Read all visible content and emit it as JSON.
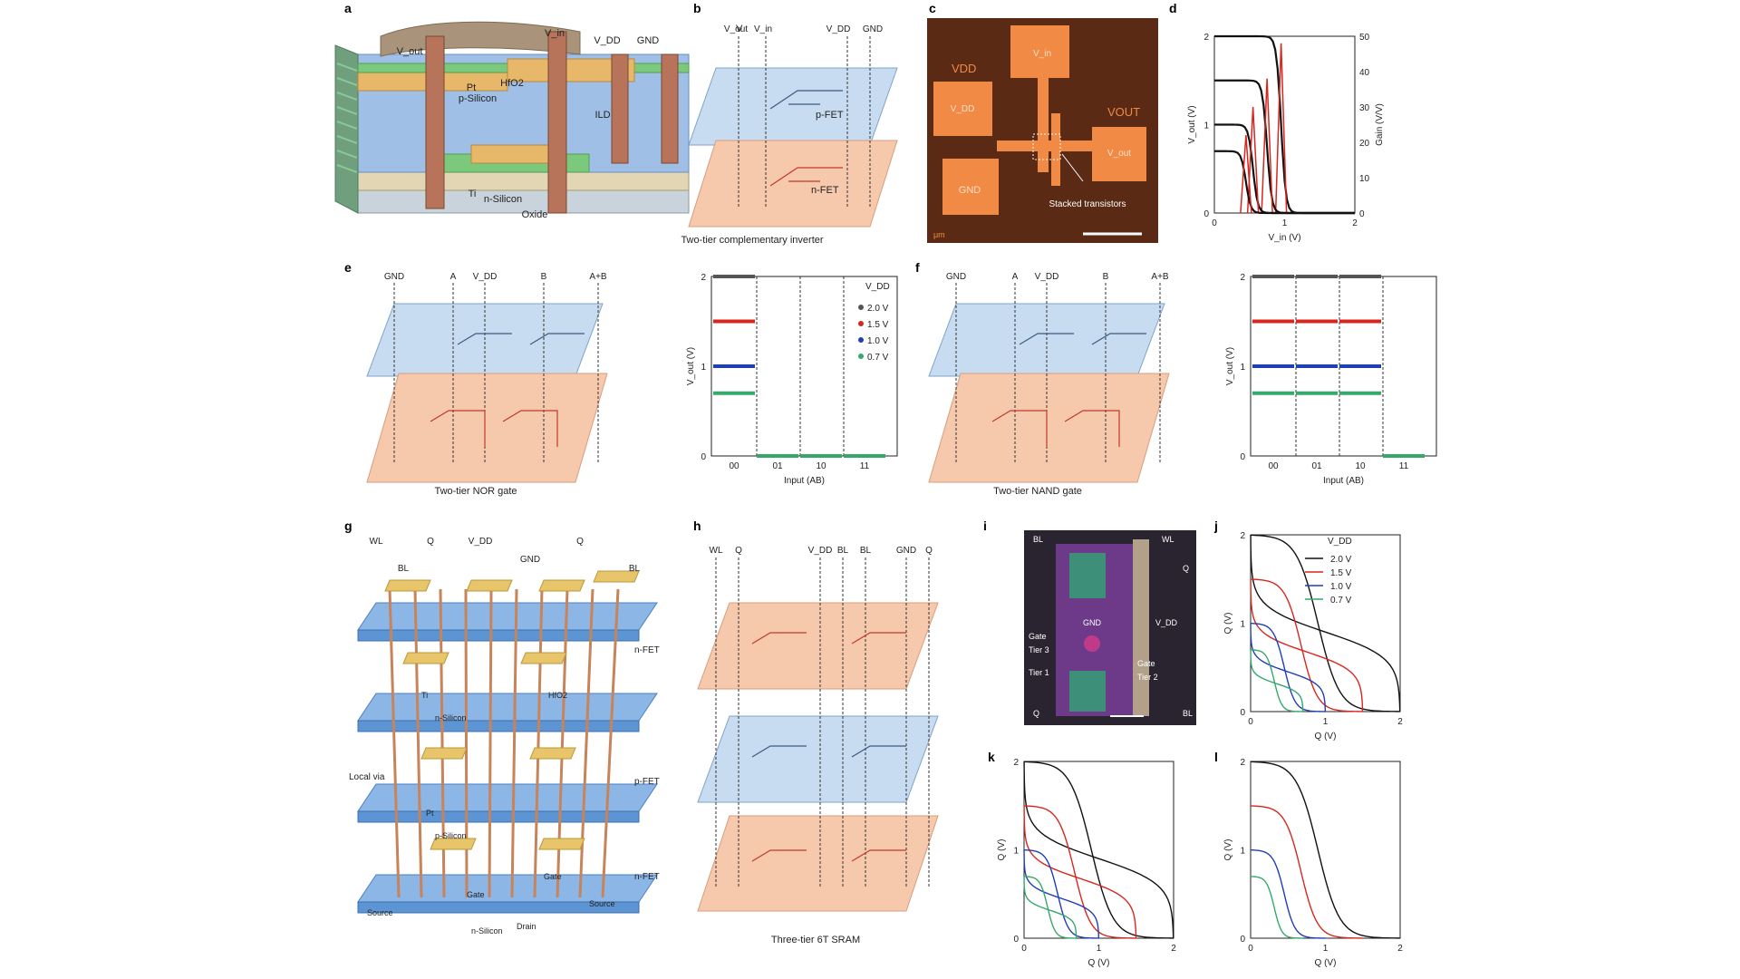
{
  "figure": {
    "panel_letters": [
      "a",
      "b",
      "c",
      "d",
      "e",
      "f",
      "g",
      "h",
      "i",
      "j",
      "k",
      "l"
    ],
    "colors": {
      "ptier": "#c7dcf0",
      "ptier_edge": "#7ea4c9",
      "ntier": "#f6c9ad",
      "ntier_edge": "#d99c7c",
      "trace": "#c03a2b",
      "wire": "#333333",
      "black": "#111111",
      "red": "#d7261e",
      "blue": "#1f3fb5",
      "green": "#36a86a",
      "gray": "#555555"
    },
    "panel_a": {
      "labels": [
        "V_out",
        "V_in",
        "V_DD",
        "GND",
        "Pt",
        "HfO2",
        "p-Silicon",
        "ILD",
        "Ti",
        "n-Silicon",
        "Oxide"
      ]
    },
    "panel_b": {
      "top_labels": [
        "V_out",
        "V_in",
        "V_DD",
        "GND"
      ],
      "pfet": "p-FET",
      "nfet": "n-FET",
      "caption": "Two-tier complementary inverter"
    },
    "panel_c": {
      "pads": [
        "VDD",
        "V_in",
        "V_DD",
        "VOUT",
        "V_out",
        "GND"
      ],
      "callout": "Stacked transistors",
      "scale": "μm"
    },
    "panel_d": {
      "ylabel": "V_out (V)",
      "y2label": "Gain (V/V)",
      "xlabel": "V_in (V)",
      "xticks": [
        "0",
        "1",
        "2"
      ],
      "yticks": [
        "0",
        "1",
        "2"
      ],
      "y2ticks": [
        "0",
        "10",
        "20",
        "30",
        "40",
        "50"
      ]
    },
    "panel_e": {
      "top_labels": [
        "GND",
        "A",
        "V_DD",
        "B",
        "A+B"
      ],
      "caption": "Two-tier NOR gate"
    },
    "panel_e_chart": {
      "ylabel": "V_out (V)",
      "xlabel": "Input (AB)",
      "categories": [
        "00",
        "01",
        "10",
        "11"
      ],
      "yticks": [
        "0",
        "1",
        "2"
      ],
      "legend_title": "V_DD",
      "legend": [
        "2.0 V",
        "1.5 V",
        "1.0 V",
        "0.7 V"
      ]
    },
    "panel_f": {
      "top_labels": [
        "GND",
        "A",
        "V_DD",
        "B",
        "A+B"
      ],
      "caption": "Two-tier NAND gate"
    },
    "panel_f_chart": {
      "ylabel": "V_out (V)",
      "xlabel": "Input (AB)",
      "categories": [
        "00",
        "01",
        "10",
        "11"
      ],
      "yticks": [
        "0",
        "1",
        "2"
      ]
    },
    "panel_g": {
      "top_labels": [
        "WL",
        "Q",
        "V_DD",
        "GND",
        "Q",
        "BL",
        "BL"
      ],
      "side_labels": [
        "n-FET",
        "p-FET",
        "n-FET",
        "Local via"
      ],
      "material": [
        "Ti",
        "HfO2",
        "n-Silicon",
        "Pt",
        "p-Silicon",
        "Gate",
        "Gate",
        "Source",
        "Source",
        "Drain",
        "n-Silicon"
      ]
    },
    "panel_h": {
      "top_labels": [
        "WL",
        "Q",
        "V_DD",
        "BL",
        "BL",
        "GND",
        "Q"
      ],
      "caption": "Three-tier 6T SRAM"
    },
    "panel_i": {
      "labels": [
        "BL",
        "WL",
        "Q",
        "GND",
        "V_DD",
        "Gate",
        "Tier 3",
        "Tier 1",
        "Gate",
        "Tier 2",
        "Q",
        "BL"
      ]
    },
    "panel_j": {
      "ylabel": "Q (V)",
      "xlabel": "Q (V)",
      "ticks": [
        "0",
        "1",
        "2"
      ],
      "legend_title": "V_DD",
      "legend": [
        "2.0 V",
        "1.5 V",
        "1.0 V",
        "0.7 V"
      ]
    },
    "panel_k": {
      "ylabel": "Q (V)",
      "xlabel": "Q (V)",
      "ticks": [
        "0",
        "1",
        "2"
      ]
    },
    "panel_l": {
      "ylabel": "Q (V)",
      "xlabel": "Q (V)",
      "ticks": [
        "0",
        "1",
        "2"
      ]
    }
  },
  "chart_data": [
    {
      "panel": "d",
      "type": "line",
      "xlabel": "V_in (V)",
      "ylabel": "V_out (V)",
      "y2label": "Gain (V/V)",
      "xlim": [
        0,
        2
      ],
      "ylim": [
        0,
        2
      ],
      "y2lim": [
        0,
        50
      ],
      "series": [
        {
          "vdd": 2.0,
          "vout_transition": 0.95,
          "peak_gain": 48
        },
        {
          "vdd": 1.5,
          "vout_transition": 0.75,
          "peak_gain": 38
        },
        {
          "vdd": 1.0,
          "vout_transition": 0.55,
          "peak_gain": 30
        },
        {
          "vdd": 0.7,
          "vout_transition": 0.45,
          "peak_gain": 22
        }
      ]
    },
    {
      "panel": "e",
      "type": "line",
      "xlabel": "Input (AB)",
      "ylabel": "V_out (V)",
      "categories": [
        "00",
        "01",
        "10",
        "11"
      ],
      "ylim": [
        0,
        2
      ],
      "series": [
        {
          "name": "2.0 V",
          "values": [
            2.0,
            0,
            0,
            0
          ]
        },
        {
          "name": "1.5 V",
          "values": [
            1.5,
            0,
            0,
            0
          ]
        },
        {
          "name": "1.0 V",
          "values": [
            1.0,
            0,
            0,
            0
          ]
        },
        {
          "name": "0.7 V",
          "values": [
            0.7,
            0,
            0,
            0
          ]
        }
      ]
    },
    {
      "panel": "f",
      "type": "line",
      "xlabel": "Input (AB)",
      "ylabel": "V_out (V)",
      "categories": [
        "00",
        "01",
        "10",
        "11"
      ],
      "ylim": [
        0,
        2
      ],
      "series": [
        {
          "name": "2.0 V",
          "values": [
            2.0,
            2.0,
            2.0,
            0
          ]
        },
        {
          "name": "1.5 V",
          "values": [
            1.5,
            1.5,
            1.5,
            0
          ]
        },
        {
          "name": "1.0 V",
          "values": [
            1.0,
            1.0,
            1.0,
            0
          ]
        },
        {
          "name": "0.7 V",
          "values": [
            0.7,
            0.7,
            0.7,
            0
          ]
        }
      ]
    },
    {
      "panel": "j",
      "type": "line",
      "xlabel": "Q (V)",
      "ylabel": "Q (V)",
      "xlim": [
        0,
        2
      ],
      "ylim": [
        0,
        2
      ],
      "series": [
        {
          "name": "2.0 V",
          "vdd": 2.0
        },
        {
          "name": "1.5 V",
          "vdd": 1.5
        },
        {
          "name": "1.0 V",
          "vdd": 1.0
        },
        {
          "name": "0.7 V",
          "vdd": 0.7
        }
      ]
    },
    {
      "panel": "k",
      "type": "line",
      "xlabel": "Q (V)",
      "ylabel": "Q (V)",
      "xlim": [
        0,
        2
      ],
      "ylim": [
        0,
        2
      ]
    },
    {
      "panel": "l",
      "type": "line",
      "xlabel": "Q (V)",
      "ylabel": "Q (V)",
      "xlim": [
        0,
        2
      ],
      "ylim": [
        0,
        2
      ]
    }
  ]
}
